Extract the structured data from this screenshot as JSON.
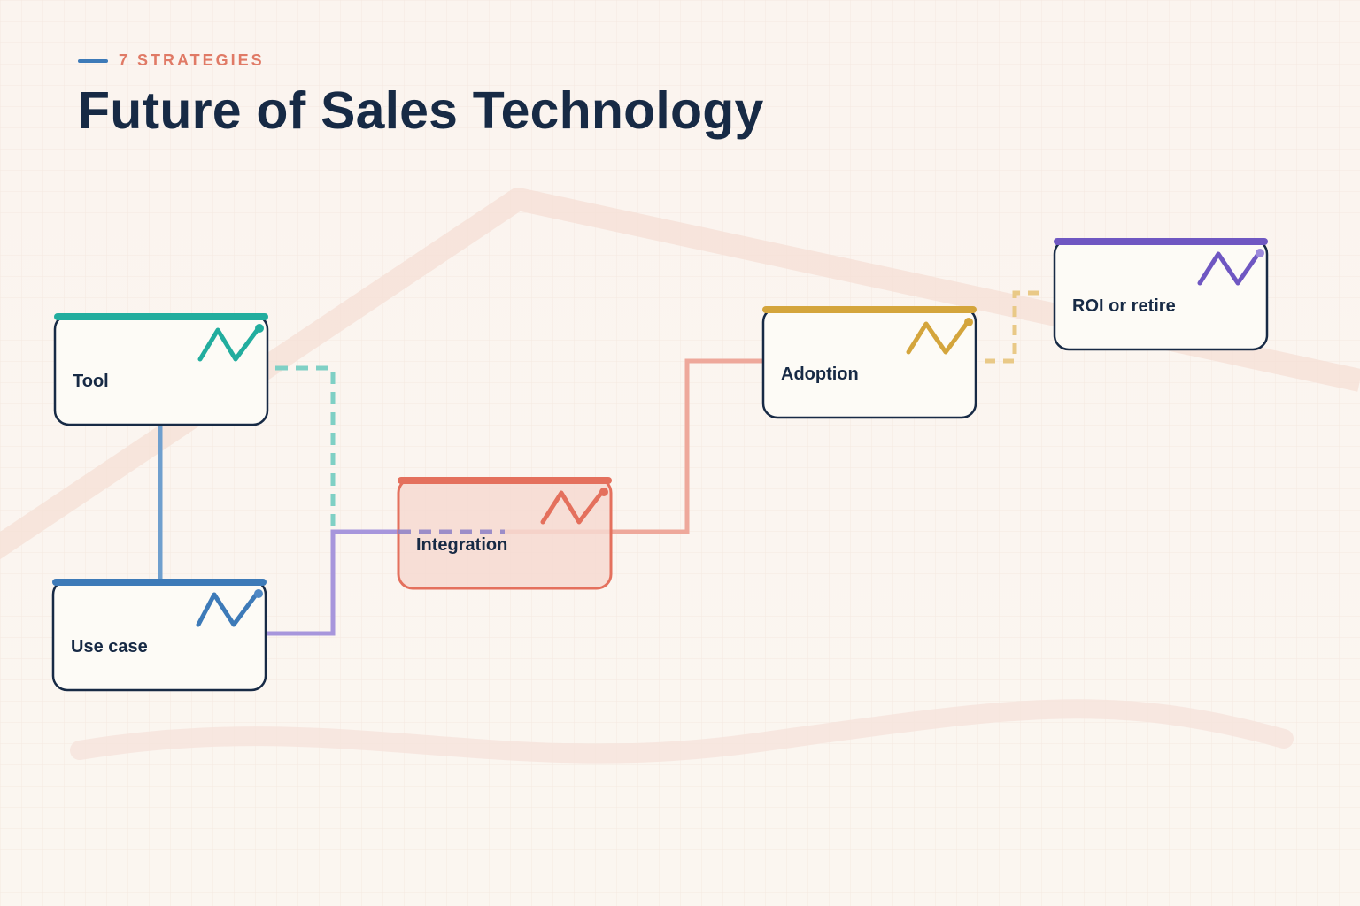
{
  "header": {
    "eyebrow": "7 STRATEGIES",
    "title": "Future of Sales Technology"
  },
  "colors": {
    "navy": "#172a45",
    "teal": "#22ad9e",
    "blue": "#3d7ab8",
    "coral": "#e4705d",
    "gold": "#d4a53c",
    "purple": "#6f57c2",
    "background": "#fbf6f1"
  },
  "nodes": [
    {
      "id": "tool",
      "label": "Tool",
      "accent": "teal",
      "icon": "trend-line-icon"
    },
    {
      "id": "use-case",
      "label": "Use case",
      "accent": "blue",
      "icon": "trend-line-icon"
    },
    {
      "id": "integration",
      "label": "Integration",
      "accent": "coral",
      "icon": "trend-line-icon",
      "highlighted": true
    },
    {
      "id": "adoption",
      "label": "Adoption",
      "accent": "gold",
      "icon": "trend-line-icon"
    },
    {
      "id": "roi",
      "label": "ROI or retire",
      "accent": "purple",
      "icon": "trend-line-icon"
    }
  ],
  "connections": [
    {
      "from": "tool",
      "to": "use-case",
      "style": "solid",
      "color": "blue"
    },
    {
      "from": "tool",
      "to": "integration",
      "style": "dashed",
      "color": "teal"
    },
    {
      "from": "use-case",
      "to": "integration",
      "style": "solid",
      "color": "purple"
    },
    {
      "from": "integration",
      "to": "adoption",
      "style": "solid",
      "color": "coral"
    },
    {
      "from": "adoption",
      "to": "roi",
      "style": "dashed",
      "color": "gold"
    }
  ]
}
